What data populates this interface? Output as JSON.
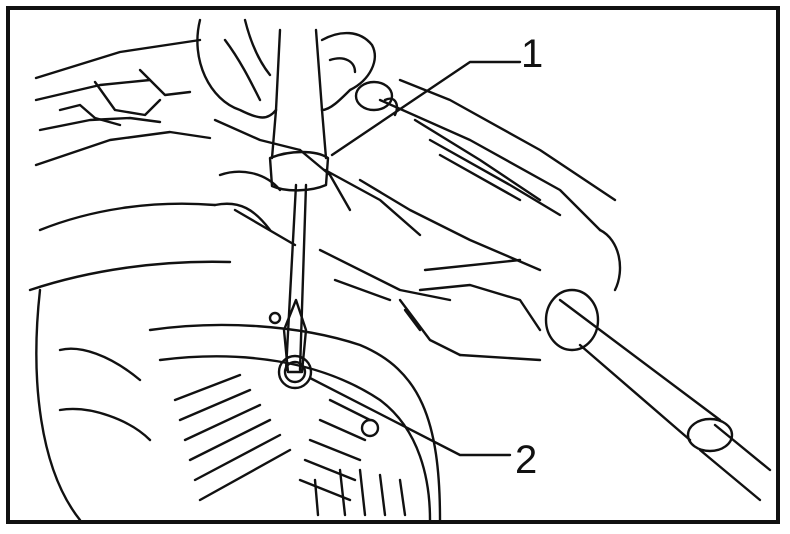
{
  "figure": {
    "callouts": [
      {
        "id": "1",
        "text": "1"
      },
      {
        "id": "2",
        "text": "2"
      }
    ],
    "colors": {
      "line": "#111111",
      "background": "#ffffff"
    }
  }
}
